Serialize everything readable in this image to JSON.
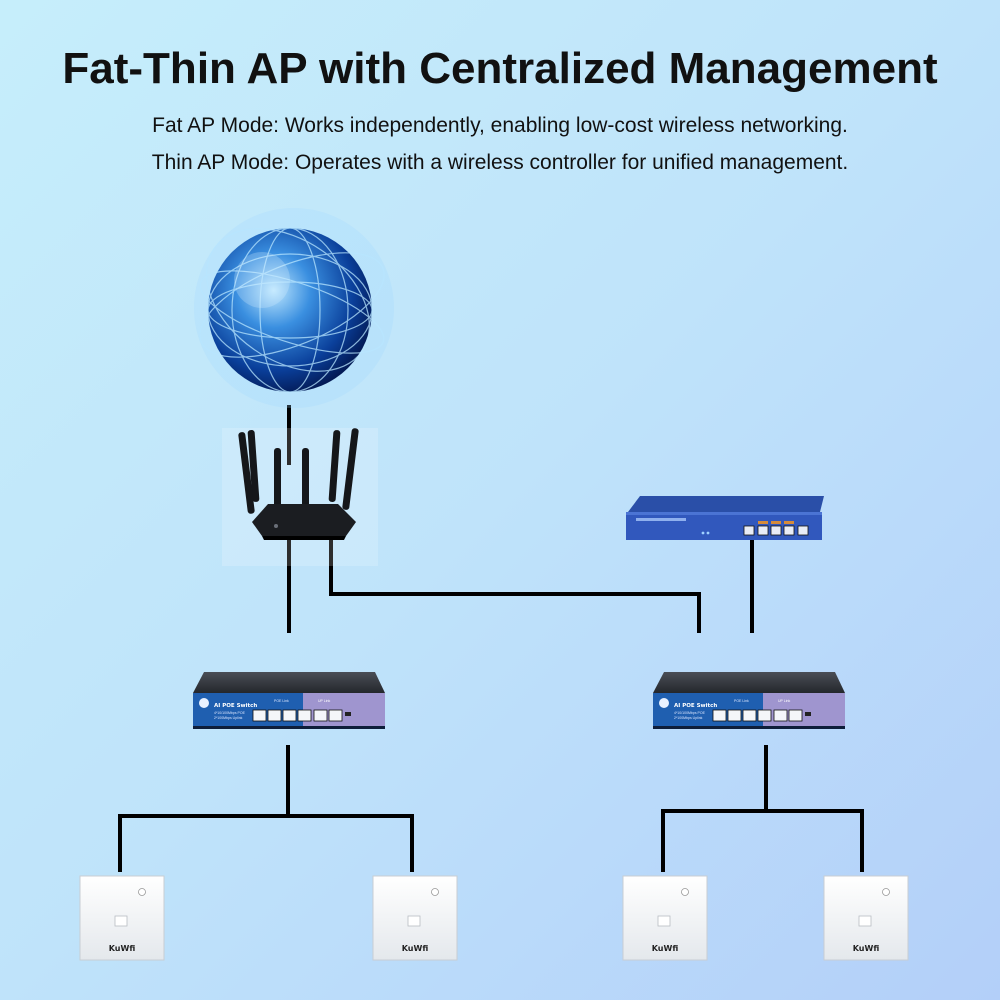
{
  "header": {
    "title": "Fat-Thin AP with Centralized Management",
    "fat_mode": "Fat AP Mode: Works independently, enabling low-cost wireless networking.",
    "thin_mode": "Thin AP Mode: Operates with a wireless controller for unified management."
  },
  "switch": {
    "name": "AI POE Switch",
    "spec1": "4*10/100Mbps POE",
    "spec2": "2*100Mbps Uplink",
    "poe_label": "POE Link",
    "uplink_label": "UP Link"
  },
  "access_point": {
    "brand": "KuWfi"
  },
  "colors": {
    "background_start": "#c6eefb",
    "background_end": "#b3cff9",
    "line": "#000000",
    "switch_blue": "#1f5fb0",
    "switch_purple": "#9f95cf",
    "controller_blue": "#2f56b8"
  }
}
